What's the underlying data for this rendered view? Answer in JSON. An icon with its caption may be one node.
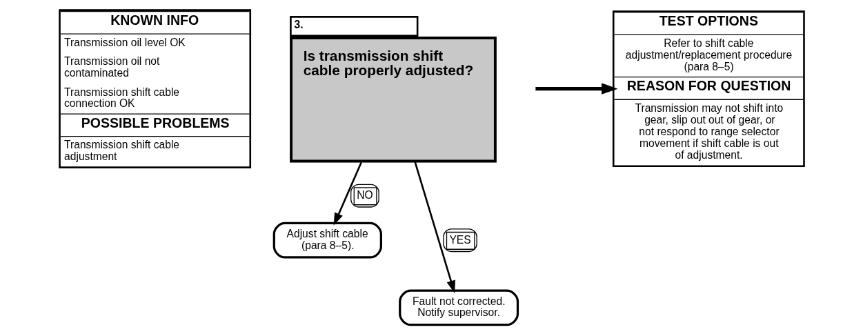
{
  "diagram": {
    "nodes": [
      {
        "text": [
          "KNOWN INFO",
          "Transmission oil level OK",
          "Transmission oil not contaminated",
          "Transmission shift cable connection OK",
          "POSSIBLE PROBLEMS",
          "Transmission shift cable adjustment"
        ]
      },
      {
        "text": [
          "3.",
          "Is transmission shift cable properly adjusted?"
        ]
      },
      {
        "text": [
          "TEST OPTIONS",
          "Refer to shift cable adjustment/replacement procedure (para 8–5)",
          "REASON FOR QUESTION",
          "Transmission may not shift into gear, slip out out of gear, or not respond to range selector movement if shift cable is out of adjustment."
        ]
      },
      {
        "text": [
          "Adjust shift cable (para 8–5)."
        ]
      },
      {
        "text": [
          "Fault not corrected. Notify supervisor."
        ]
      }
    ],
    "edges": [
      {
        "from": 1,
        "to": 3,
        "arrow": "to",
        "label": "NO"
      },
      {
        "from": 1,
        "to": 4,
        "arrow": "to",
        "label": "YES"
      },
      {
        "from": null,
        "to": 2,
        "arrow": "to",
        "style": "thick"
      }
    ]
  }
}
